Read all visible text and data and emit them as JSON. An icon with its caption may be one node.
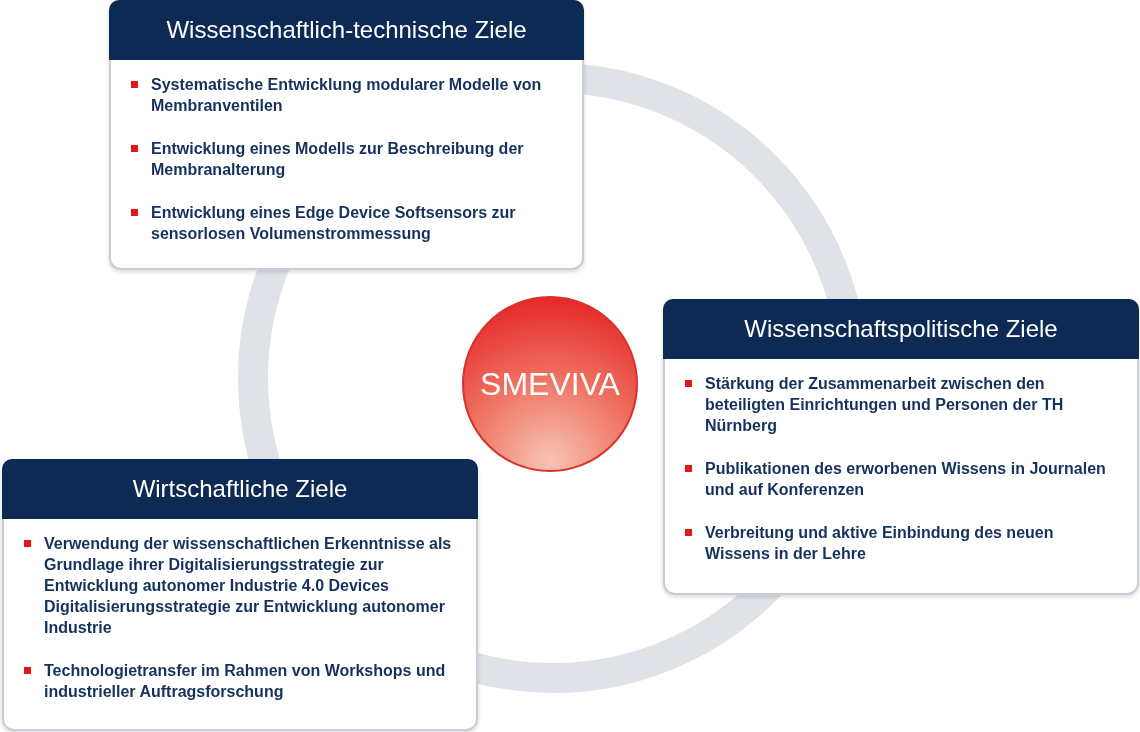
{
  "diagram": {
    "nodes": [
      {
        "text": [
          "Wissenschaftlich-technische Ziele",
          "Systematische Entwicklung modularer Modelle von Membranventilen",
          "Entwicklung eines Modells zur Beschreibung der Membranalterung",
          "Entwicklung eines Edge Device Softsensors zur sensorlosen Volumenstrommessung"
        ]
      },
      {
        "text": [
          "SMEVIVA"
        ]
      },
      {
        "text": [
          "Wissenschaftspolitische Ziele",
          "Stärkung der Zusammenarbeit zwischen den beteiligten Einrichtungen und Personen der TH Nürnberg",
          "Publikationen des erworbenen Wissens in Journalen und auf Konferenzen",
          "Verbreitung und aktive Einbindung des neuen Wissens in der Lehre"
        ]
      },
      {
        "text": [
          "Wirtschaftliche Ziele",
          "Verwendung der wissenschaftlichen Erkenntnisse als Grundlage ihrer Digitalisierungsstrategie zur Entwicklung autonomer Industrie 4.0 Devices Digitalisierungsstrategie zur Entwicklung autonomer Industrie",
          "Technologietransfer im Rahmen von Workshops und industrieller Auftragsforschung"
        ]
      }
    ],
    "edges": []
  }
}
